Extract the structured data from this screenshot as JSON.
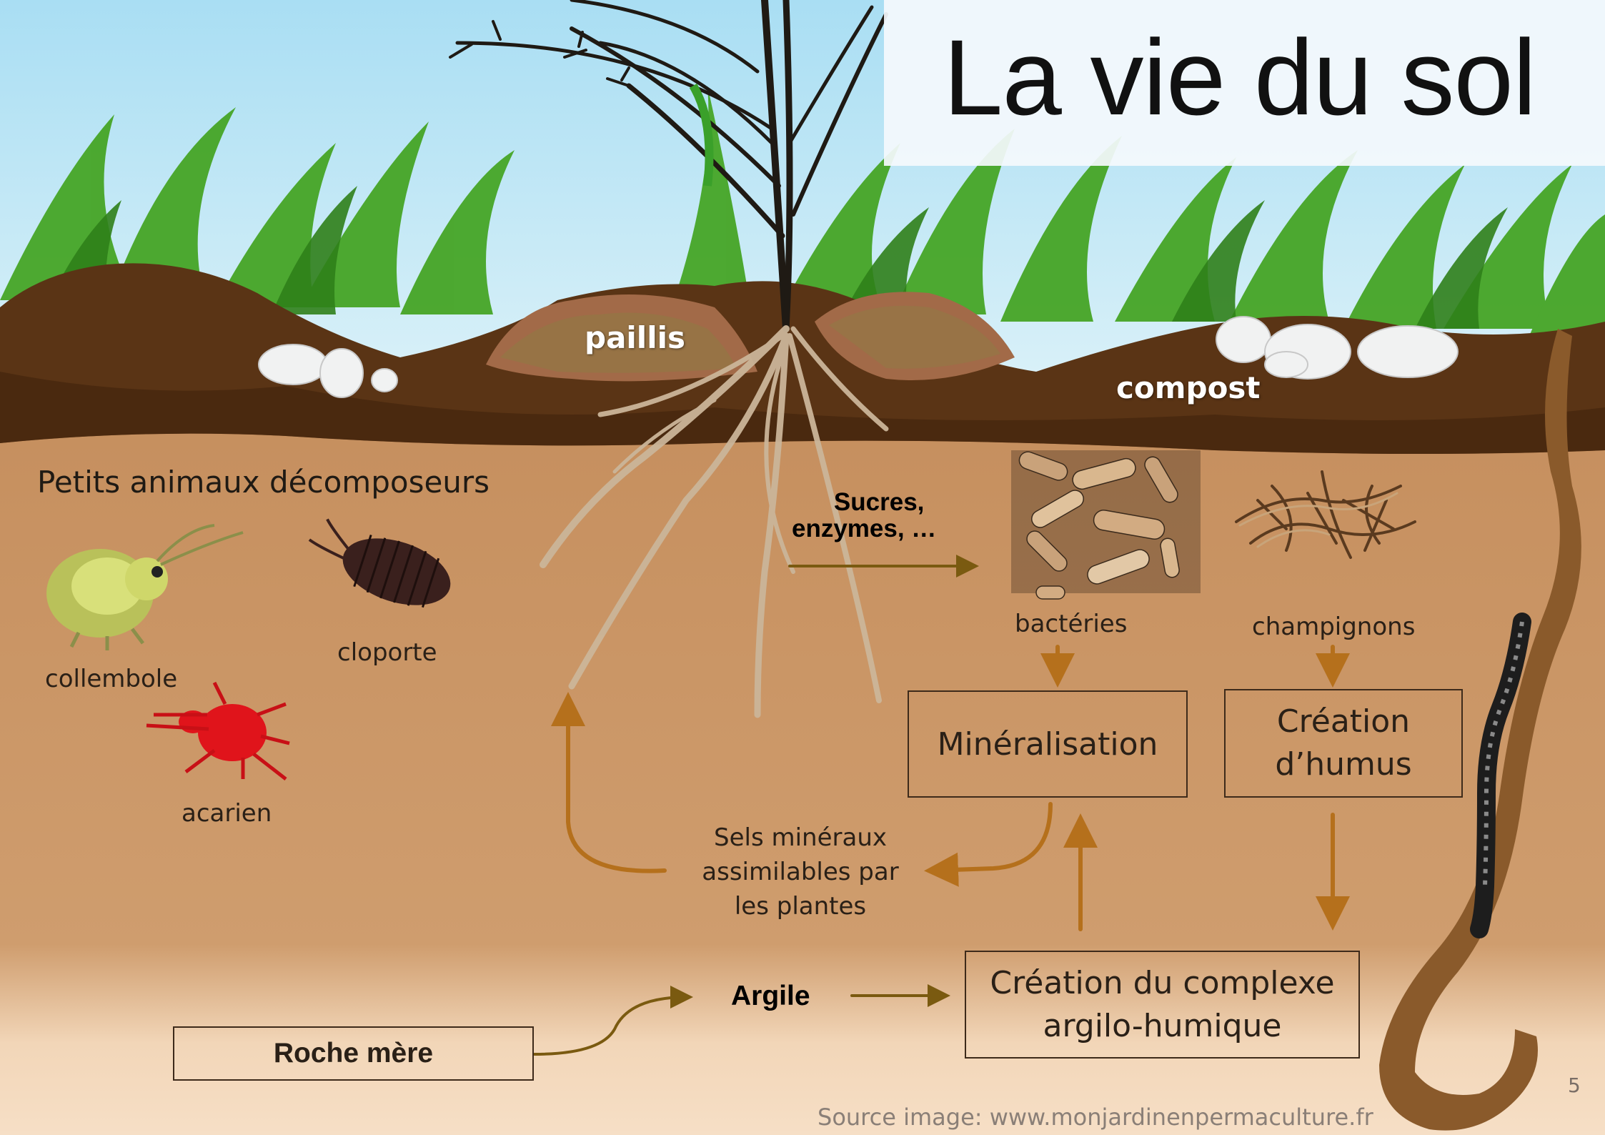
{
  "slide": {
    "title": "La vie du sol",
    "page_number": "5",
    "source": "Source image: www.monjardinenpermaculture.fr"
  },
  "surface": {
    "mulch": "paillis",
    "compost": "compost"
  },
  "decomposers": {
    "heading": "Petits animaux décomposeurs",
    "springtail": "collembole",
    "woodlouse": "cloporte",
    "mite": "acarien"
  },
  "cycle": {
    "root_exudates_line1": "Sucres,",
    "root_exudates_line2": "enzymes, …",
    "bacteria": "bactéries",
    "fungi": "champignons",
    "mineralisation": "Minéralisation",
    "humus_line1": "Création",
    "humus_line2": "d’humus",
    "salts_line1": "Sels minéraux",
    "salts_line2": "assimilables par",
    "salts_line3": "les plantes",
    "clay": "Argile",
    "complex_line1": "Création du complexe",
    "complex_line2": "argilo-humique",
    "bedrock": "Roche mère"
  },
  "colors": {
    "soil": "#c99465",
    "topsoil": "#5a3415",
    "sky": "#bfe6f5",
    "grass": "#4caf2a",
    "arrow_orange": "#b5701c",
    "arrow_olive": "#7a5a10"
  },
  "icons": [
    "springtail-icon",
    "woodlouse-icon",
    "mite-icon",
    "bacteria-icon",
    "fungi-icon",
    "earthworm-icon",
    "plant-icon"
  ]
}
